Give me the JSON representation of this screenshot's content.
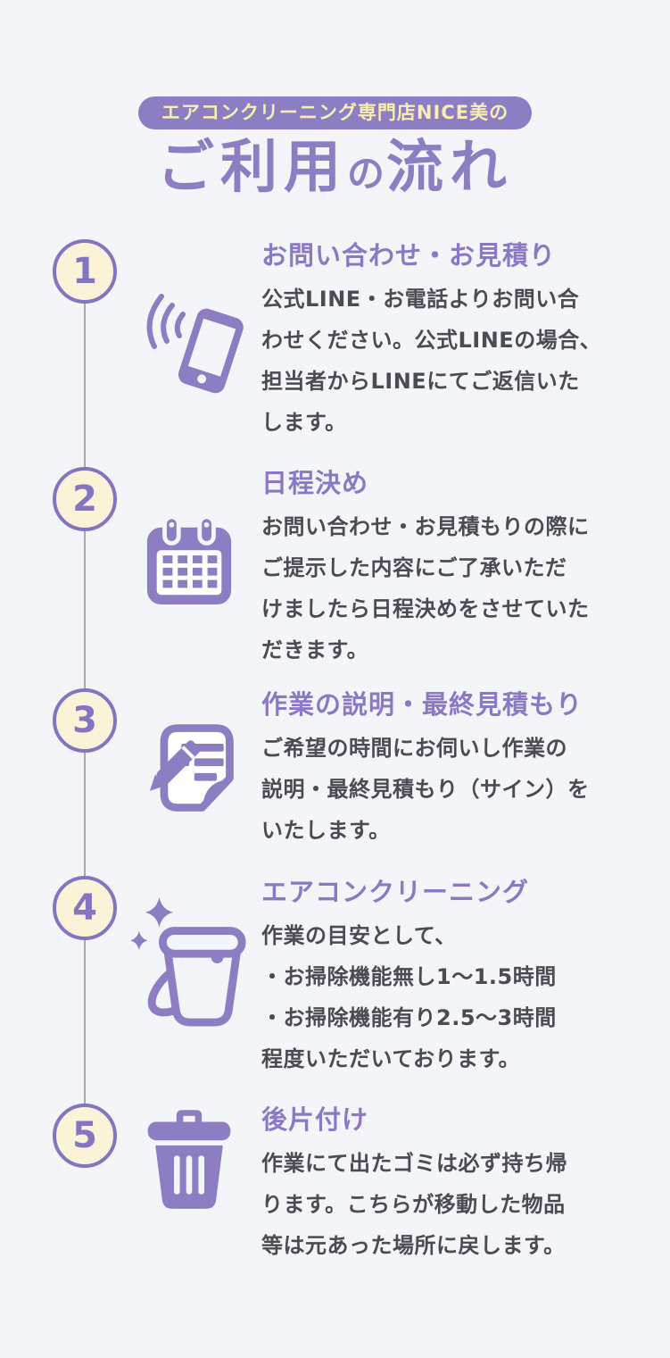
{
  "header": {
    "badge": "エアコンクリーニング専門店NICE美の",
    "title_part1": "ご利用",
    "title_particle": "の",
    "title_part2": "流れ"
  },
  "colors": {
    "background": "#f4f5f9",
    "primary_purple": "#8d7ec3",
    "circle_border_purple": "#8575c0",
    "cream_fill": "#faf3d8",
    "badge_text_yellow": "#f7eeb0",
    "body_text": "#4b4b55",
    "connector_gray": "#a8a8ad"
  },
  "steps": [
    {
      "number": "1",
      "icon": "ringing-phone-icon",
      "title": "お問い合わせ・お見積り",
      "body": "公式LINE・お電話よりお問い合\nわせください。公式LINEの場合、\n担当者からLINEにてご返信いた\nします。"
    },
    {
      "number": "2",
      "icon": "calendar-icon",
      "title": "日程決め",
      "body": "お問い合わせ・お見積もりの際に\nご提示した内容にご了承いただ\nけましたら日程決めをさせていた\nだきます。"
    },
    {
      "number": "3",
      "icon": "document-pencil-icon",
      "title": "作業の説明・最終見積もり",
      "body": "ご希望の時間にお伺いし作業の\n説明・最終見積もり（サイン）を\nいたします。"
    },
    {
      "number": "4",
      "icon": "bucket-sparkle-icon",
      "title": "エアコンクリーニング",
      "body": "作業の目安として、\n・お掃除機能無し1～1.5時間\n・お掃除機能有り2.5～3時間\n程度いただいております。"
    },
    {
      "number": "5",
      "icon": "trash-can-icon",
      "title": "後片付け",
      "body": "作業にて出たゴミは必ず持ち帰\nります。こちらが移動した物品\n等は元あった場所に戻します。"
    }
  ]
}
